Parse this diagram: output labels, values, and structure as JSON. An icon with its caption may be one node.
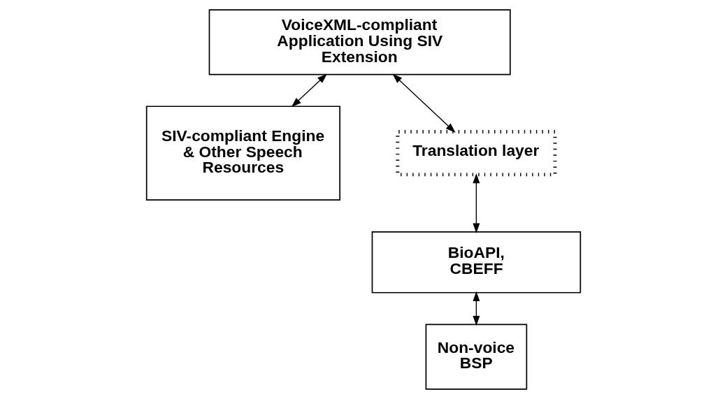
{
  "diagram": {
    "nodes": [
      {
        "text": [
          "VoiceXML-compliant Application Using SIV Extension"
        ]
      },
      {
        "text": [
          "SIV-compliant Engine & Other Speech Resources"
        ]
      },
      {
        "text": [
          "Translation layer"
        ]
      },
      {
        "text": [
          "BioAPI, CBEFF"
        ]
      },
      {
        "text": [
          "Non-voice BSP"
        ]
      }
    ],
    "edges": [
      {
        "from": 0,
        "to": 1,
        "arrow": "both"
      },
      {
        "from": 0,
        "to": 2,
        "arrow": "both"
      },
      {
        "from": 2,
        "to": 3,
        "arrow": "both"
      },
      {
        "from": 3,
        "to": 4,
        "arrow": "both"
      }
    ]
  }
}
